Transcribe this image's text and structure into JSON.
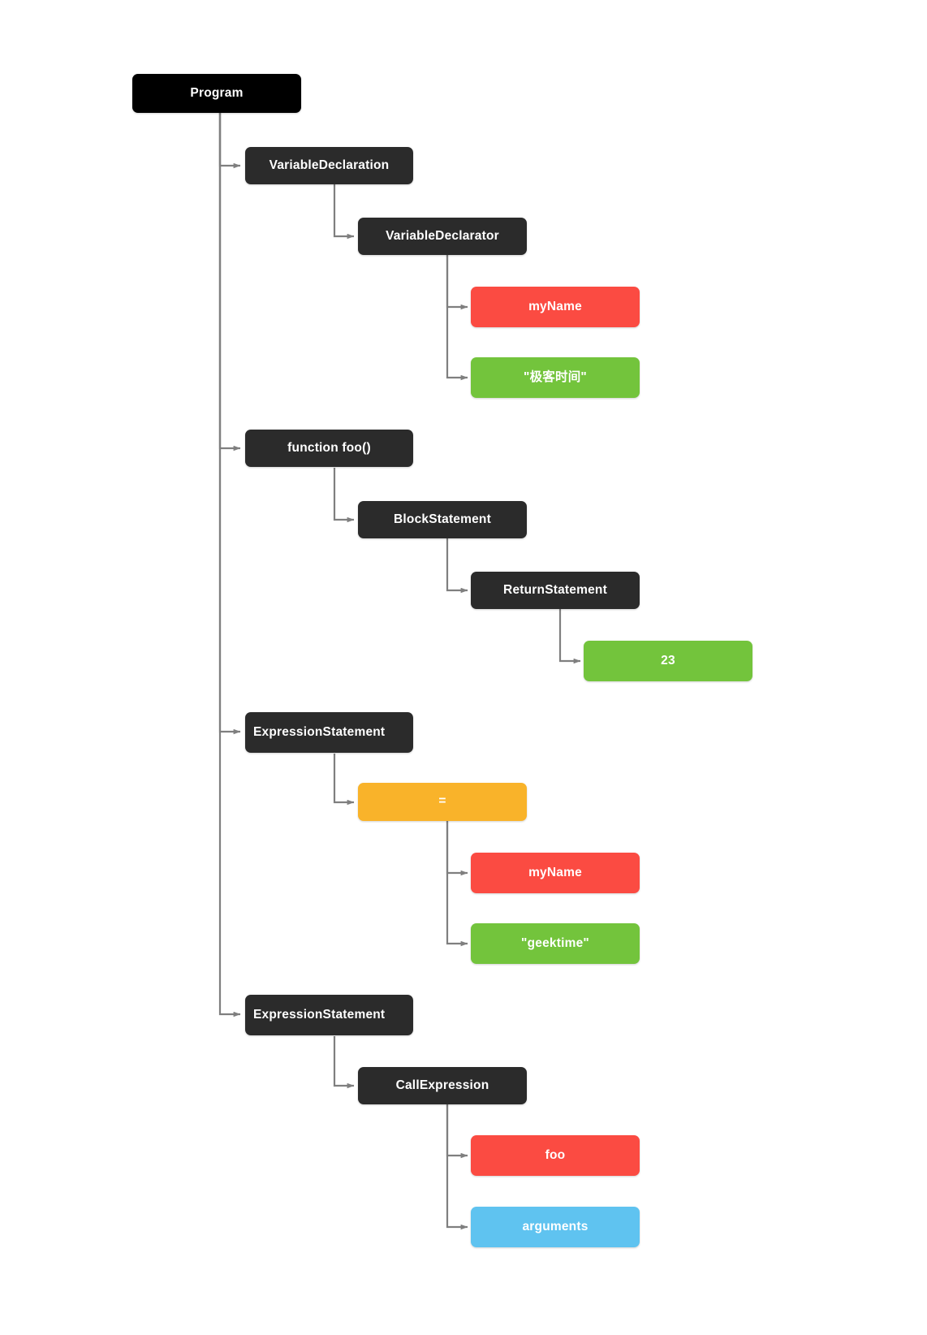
{
  "diagram": {
    "title": "JavaScript AST tree",
    "background": "#ffffff",
    "edge_color": "#7f7f7f",
    "palette": {
      "root": "#000000",
      "node": "#2b2b2b",
      "identifier": "#fb4b42",
      "literal": "#73c43c",
      "operator": "#f9b32a",
      "arguments": "#5fc3f0"
    }
  },
  "nodes": [
    {
      "id": "program",
      "label": "Program",
      "kind": "root"
    },
    {
      "id": "variable-declaration",
      "label": "VariableDeclaration",
      "kind": "node"
    },
    {
      "id": "variable-declarator",
      "label": "VariableDeclarator",
      "kind": "node"
    },
    {
      "id": "my-name-1",
      "label": "myName",
      "kind": "identifier"
    },
    {
      "id": "geek-time-literal",
      "label": "\"极客时间\"",
      "kind": "literal"
    },
    {
      "id": "function-foo",
      "label": "function foo()",
      "kind": "node"
    },
    {
      "id": "block-statement",
      "label": "BlockStatement",
      "kind": "node"
    },
    {
      "id": "return-statement",
      "label": "ReturnStatement",
      "kind": "node"
    },
    {
      "id": "number-23",
      "label": "23",
      "kind": "literal"
    },
    {
      "id": "expression-statement-1",
      "label": "ExpressionStatement",
      "kind": "node"
    },
    {
      "id": "assignment-operator",
      "label": "=",
      "kind": "operator"
    },
    {
      "id": "my-name-2",
      "label": "myName",
      "kind": "identifier"
    },
    {
      "id": "geektime-literal",
      "label": "\"geektime\"",
      "kind": "literal"
    },
    {
      "id": "expression-statement-2",
      "label": "ExpressionStatement",
      "kind": "node"
    },
    {
      "id": "call-expression",
      "label": "CallExpression",
      "kind": "node"
    },
    {
      "id": "foo-identifier",
      "label": "foo",
      "kind": "identifier"
    },
    {
      "id": "arguments-node",
      "label": "arguments",
      "kind": "arguments"
    }
  ],
  "edges": [
    {
      "from": "program",
      "to": "variable-declaration"
    },
    {
      "from": "program",
      "to": "function-foo"
    },
    {
      "from": "program",
      "to": "expression-statement-1"
    },
    {
      "from": "program",
      "to": "expression-statement-2"
    },
    {
      "from": "variable-declaration",
      "to": "variable-declarator"
    },
    {
      "from": "variable-declarator",
      "to": "my-name-1"
    },
    {
      "from": "variable-declarator",
      "to": "geek-time-literal"
    },
    {
      "from": "function-foo",
      "to": "block-statement"
    },
    {
      "from": "block-statement",
      "to": "return-statement"
    },
    {
      "from": "return-statement",
      "to": "number-23"
    },
    {
      "from": "expression-statement-1",
      "to": "assignment-operator"
    },
    {
      "from": "assignment-operator",
      "to": "my-name-2"
    },
    {
      "from": "assignment-operator",
      "to": "geektime-literal"
    },
    {
      "from": "expression-statement-2",
      "to": "call-expression"
    },
    {
      "from": "call-expression",
      "to": "foo-identifier"
    },
    {
      "from": "call-expression",
      "to": "arguments-node"
    }
  ]
}
